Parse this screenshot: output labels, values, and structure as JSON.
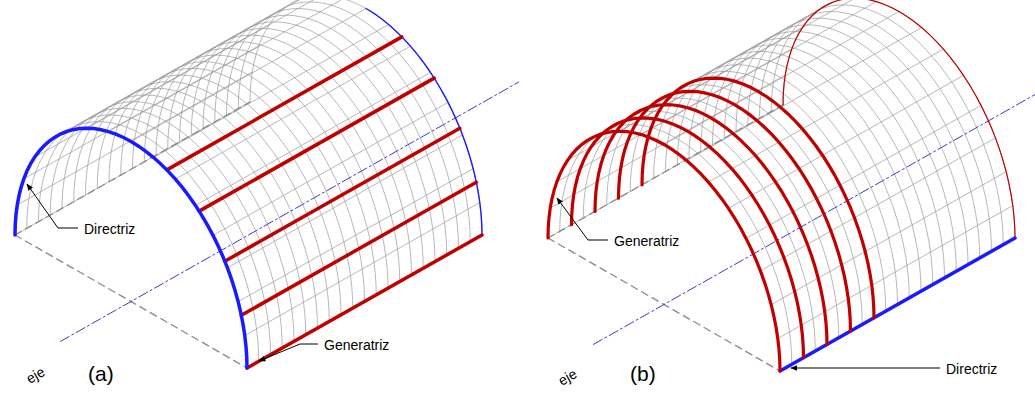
{
  "diagram": {
    "labels": [
      "Directriz",
      "Generatriz",
      "eje",
      "(a)",
      "Generatriz",
      "Directriz",
      "eje",
      "(b)"
    ]
  }
}
